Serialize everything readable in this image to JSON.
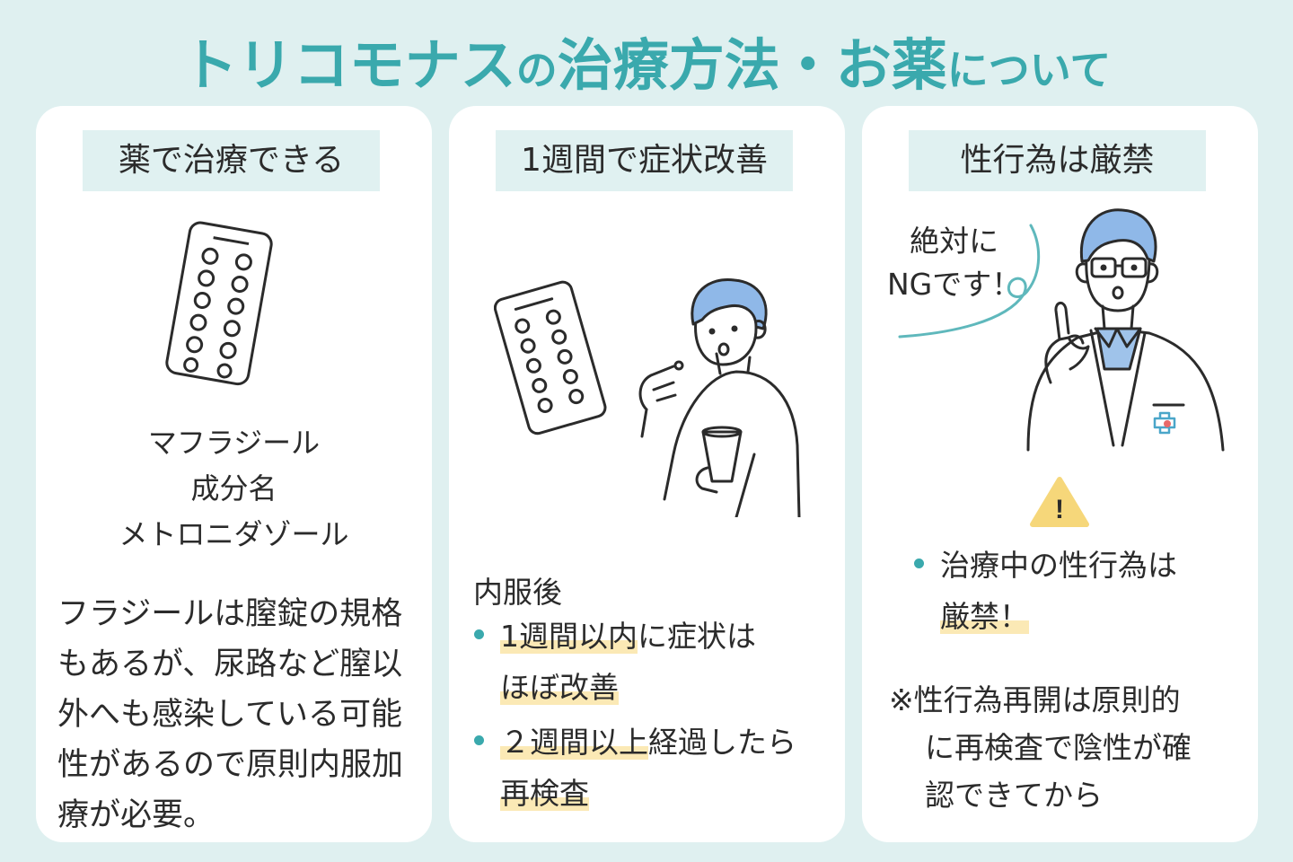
{
  "title": {
    "part1": "トリコモナス",
    "part2": "の",
    "part3": "治療方法・お薬",
    "part4": "について"
  },
  "cards": [
    {
      "heading": "薬で治療できる",
      "drug_lines": [
        "マフラジール",
        "成分名",
        "メトロニダゾール"
      ],
      "paragraph": "フラジールは膣錠の規格もあるが、尿路など膣以外へも感染している可能性があるので原則内服加療が必要。"
    },
    {
      "heading": "1週間で症状改善",
      "intro": "内服後",
      "bullet1": {
        "hl": "1週間以内",
        "rest": "に症状は",
        "line2": "ほぼ改善"
      },
      "bullet2": {
        "hl": "２週間以上",
        "rest": "経過したら",
        "line2": "再検査"
      }
    },
    {
      "heading": "性行為は厳禁",
      "speech": [
        "絶対に",
        "NGです！"
      ],
      "warning_symbol": "!",
      "bullet": {
        "line1": "治療中の性行為は",
        "line2": "厳禁！"
      },
      "note": [
        "※性行為再開は原則的",
        "に再検査で陰性が確",
        "認できてから"
      ]
    }
  ],
  "colors": {
    "background": "#dff0f0",
    "accent": "#3aa9ad",
    "highlight": "#fbe9b5",
    "hair": "#8fb8e8",
    "warning": "#f6d77a"
  }
}
